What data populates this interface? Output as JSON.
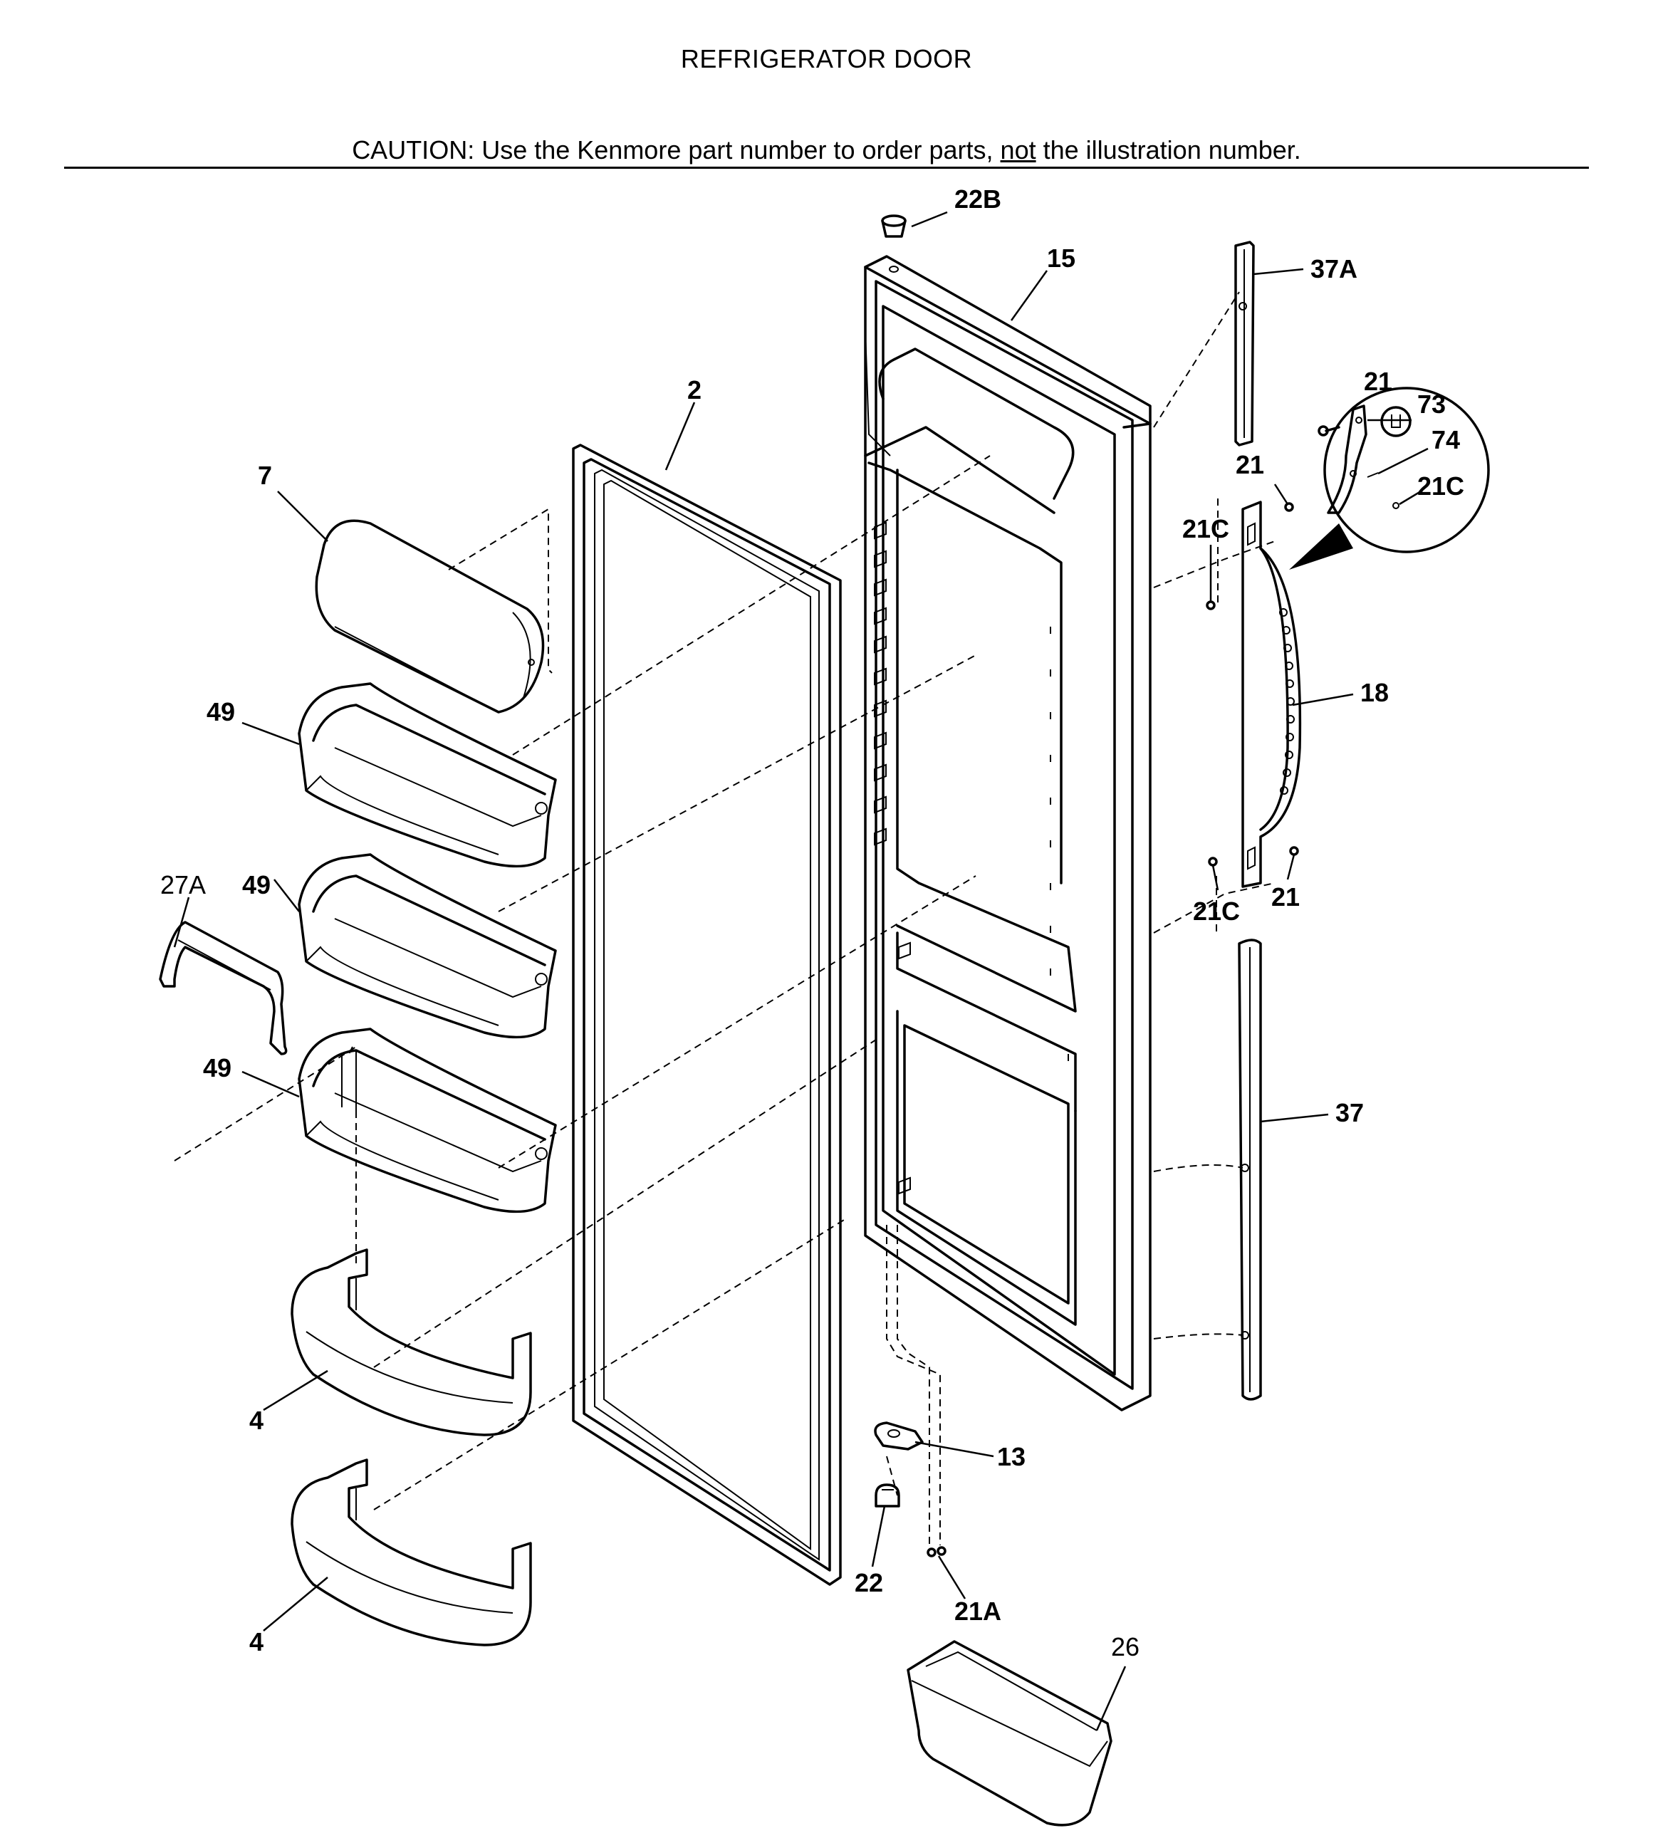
{
  "header": {
    "title": "REFRIGERATOR DOOR",
    "caution_before": "CAUTION: Use the Kenmore part number to order parts, ",
    "caution_emphasis": "not",
    "caution_after": " the illustration number."
  },
  "callouts": {
    "c22B": "22B",
    "c15": "15",
    "c37A": "37A",
    "c2": "2",
    "c21_top": "21",
    "c73": "73",
    "c74": "74",
    "c21C_inset": "21C",
    "c7": "7",
    "c21_mid": "21",
    "c21C_upper": "21C",
    "c49_top": "49",
    "c18": "18",
    "c27A": "27A",
    "c49_mid": "49",
    "c21C_lower": "21C",
    "c21_lower": "21",
    "c49_bot": "49",
    "c37": "37",
    "c4_top": "4",
    "c13": "13",
    "c22": "22",
    "c21A": "21A",
    "c26": "26",
    "c4_bot": "4"
  }
}
